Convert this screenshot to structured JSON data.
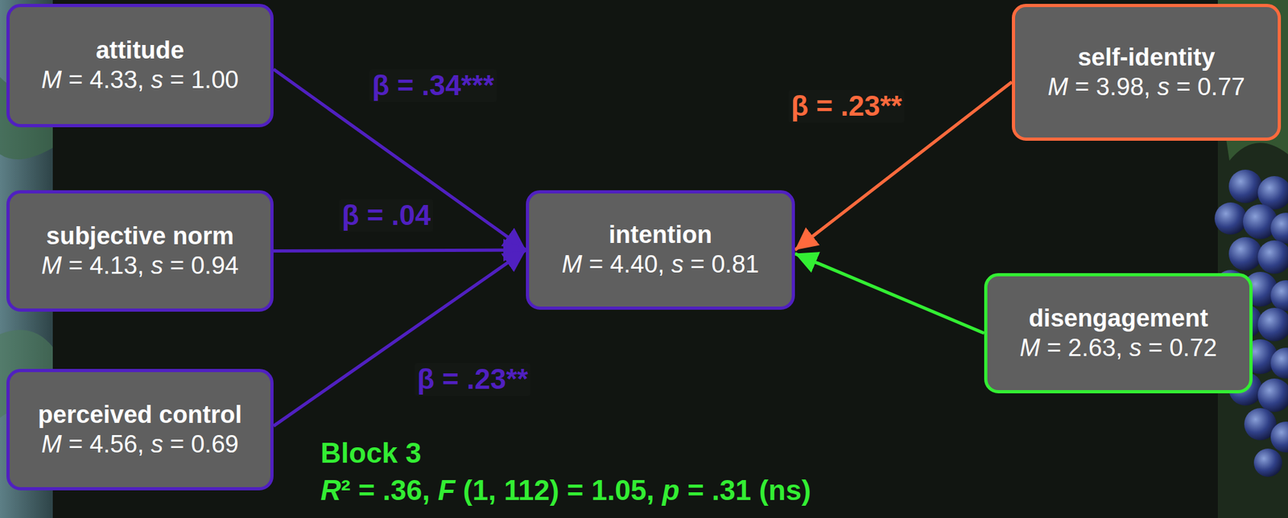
{
  "diagram": {
    "nodes": [
      {
        "text": [
          "attitude",
          "M = 4.33, s = 1.00"
        ]
      },
      {
        "text": [
          "subjective norm",
          "M = 4.13, s = 0.94"
        ]
      },
      {
        "text": [
          "perceived control",
          "M = 4.56, s = 0.69"
        ]
      },
      {
        "text": [
          "intention",
          "M = 4.40, s = 0.81"
        ]
      },
      {
        "text": [
          "self-identity",
          "M = 3.98, s = 0.77"
        ]
      },
      {
        "text": [
          "disengagement",
          "M = 2.63, s = 0.72"
        ]
      }
    ],
    "edges": [
      {
        "from": 0,
        "to": 3,
        "arrow": "to",
        "label": "β = .34***"
      },
      {
        "from": 1,
        "to": 3,
        "arrow": "to",
        "label": "β = .04"
      },
      {
        "from": 2,
        "to": 3,
        "arrow": "to",
        "label": "β = .23**"
      },
      {
        "from": 4,
        "to": 3,
        "arrow": "to",
        "label": "β = .23**"
      },
      {
        "from": 5,
        "to": 3,
        "arrow": "to"
      }
    ],
    "labels": [
      "Block 3",
      "R² = .36, F (1, 112) = 1.05, p = .31 (ns)"
    ]
  }
}
